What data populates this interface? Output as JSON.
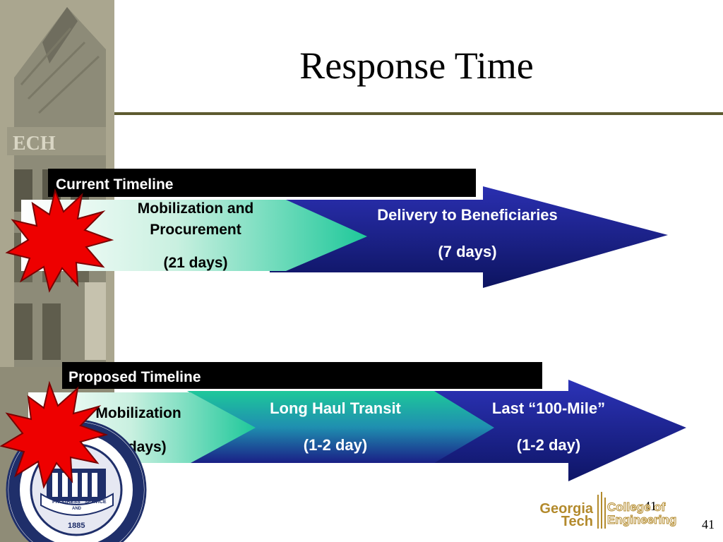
{
  "slide": {
    "title": "Response Time",
    "page_number": "41",
    "footer_page_number": "41"
  },
  "current": {
    "header": "Current Timeline",
    "stage1": {
      "line1": "Mobilization and",
      "line2": "Procurement",
      "line3": "(21 days)"
    },
    "stage2": {
      "line1": "Delivery to Beneficiaries",
      "line2": "(7 days)"
    }
  },
  "proposed": {
    "header": "Proposed Timeline",
    "stage1": {
      "line1": "Mobilization",
      "line2": "(3 days)"
    },
    "stage2": {
      "line1": "Long Haul Transit",
      "line2": "(1-2 day)"
    },
    "stage3": {
      "line1": "Last “100-Mile”",
      "line2": "(1-2 day)"
    }
  },
  "logo": {
    "georgia": "Georgia",
    "tech": "Tech",
    "college": "College of",
    "engineering": "Engineering"
  },
  "seal": {
    "ribbon_left": "PROGRESS",
    "ribbon_right": "SERVICE",
    "ribbon_mid": "AND",
    "year": "1885"
  },
  "colors": {
    "navy": "#1a1f86",
    "teal": "#1ec89a",
    "black_bar": "#000000",
    "burst_red": "#ee0000",
    "rule": "#5d5a2f",
    "logo_gold": "#b38a2c"
  }
}
